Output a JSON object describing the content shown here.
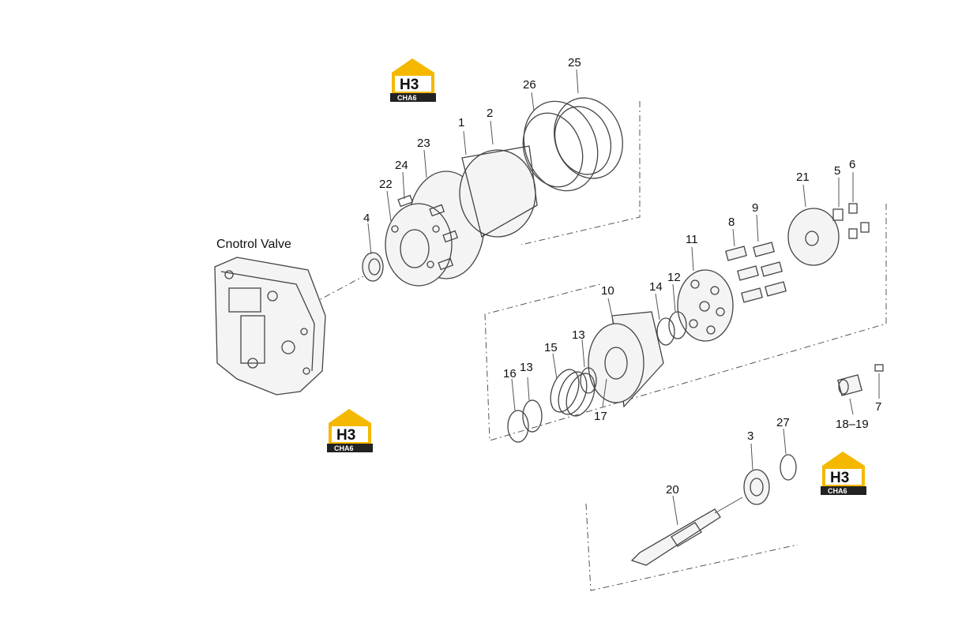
{
  "diagram": {
    "title": "Cnotrol Valve",
    "logo_text": "H3",
    "logo_sub": "CHA6",
    "logo_color": "#f5b800",
    "callouts": [
      "1",
      "2",
      "3",
      "4",
      "5",
      "6",
      "7",
      "8",
      "9",
      "10",
      "11",
      "12",
      "13",
      "13",
      "14",
      "15",
      "16",
      "17",
      "18–19",
      "20",
      "21",
      "22",
      "23",
      "24",
      "25",
      "26",
      "27"
    ]
  }
}
